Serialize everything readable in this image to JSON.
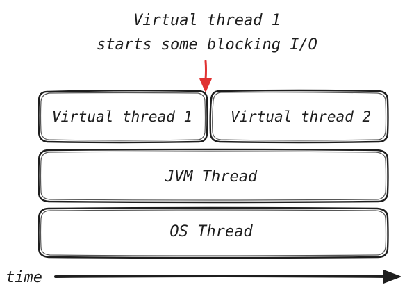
{
  "annotation": {
    "line1": "Virtual thread 1",
    "line2": "starts some blocking I/O",
    "arrow_color": "#e03131"
  },
  "boxes": {
    "virtual_thread_1": "Virtual thread 1",
    "virtual_thread_2": "Virtual thread 2",
    "jvm_thread": "JVM Thread",
    "os_thread": "OS Thread"
  },
  "timeline": {
    "label": "time"
  },
  "colors": {
    "stroke": "#1e1e1e",
    "background": "#ffffff"
  }
}
